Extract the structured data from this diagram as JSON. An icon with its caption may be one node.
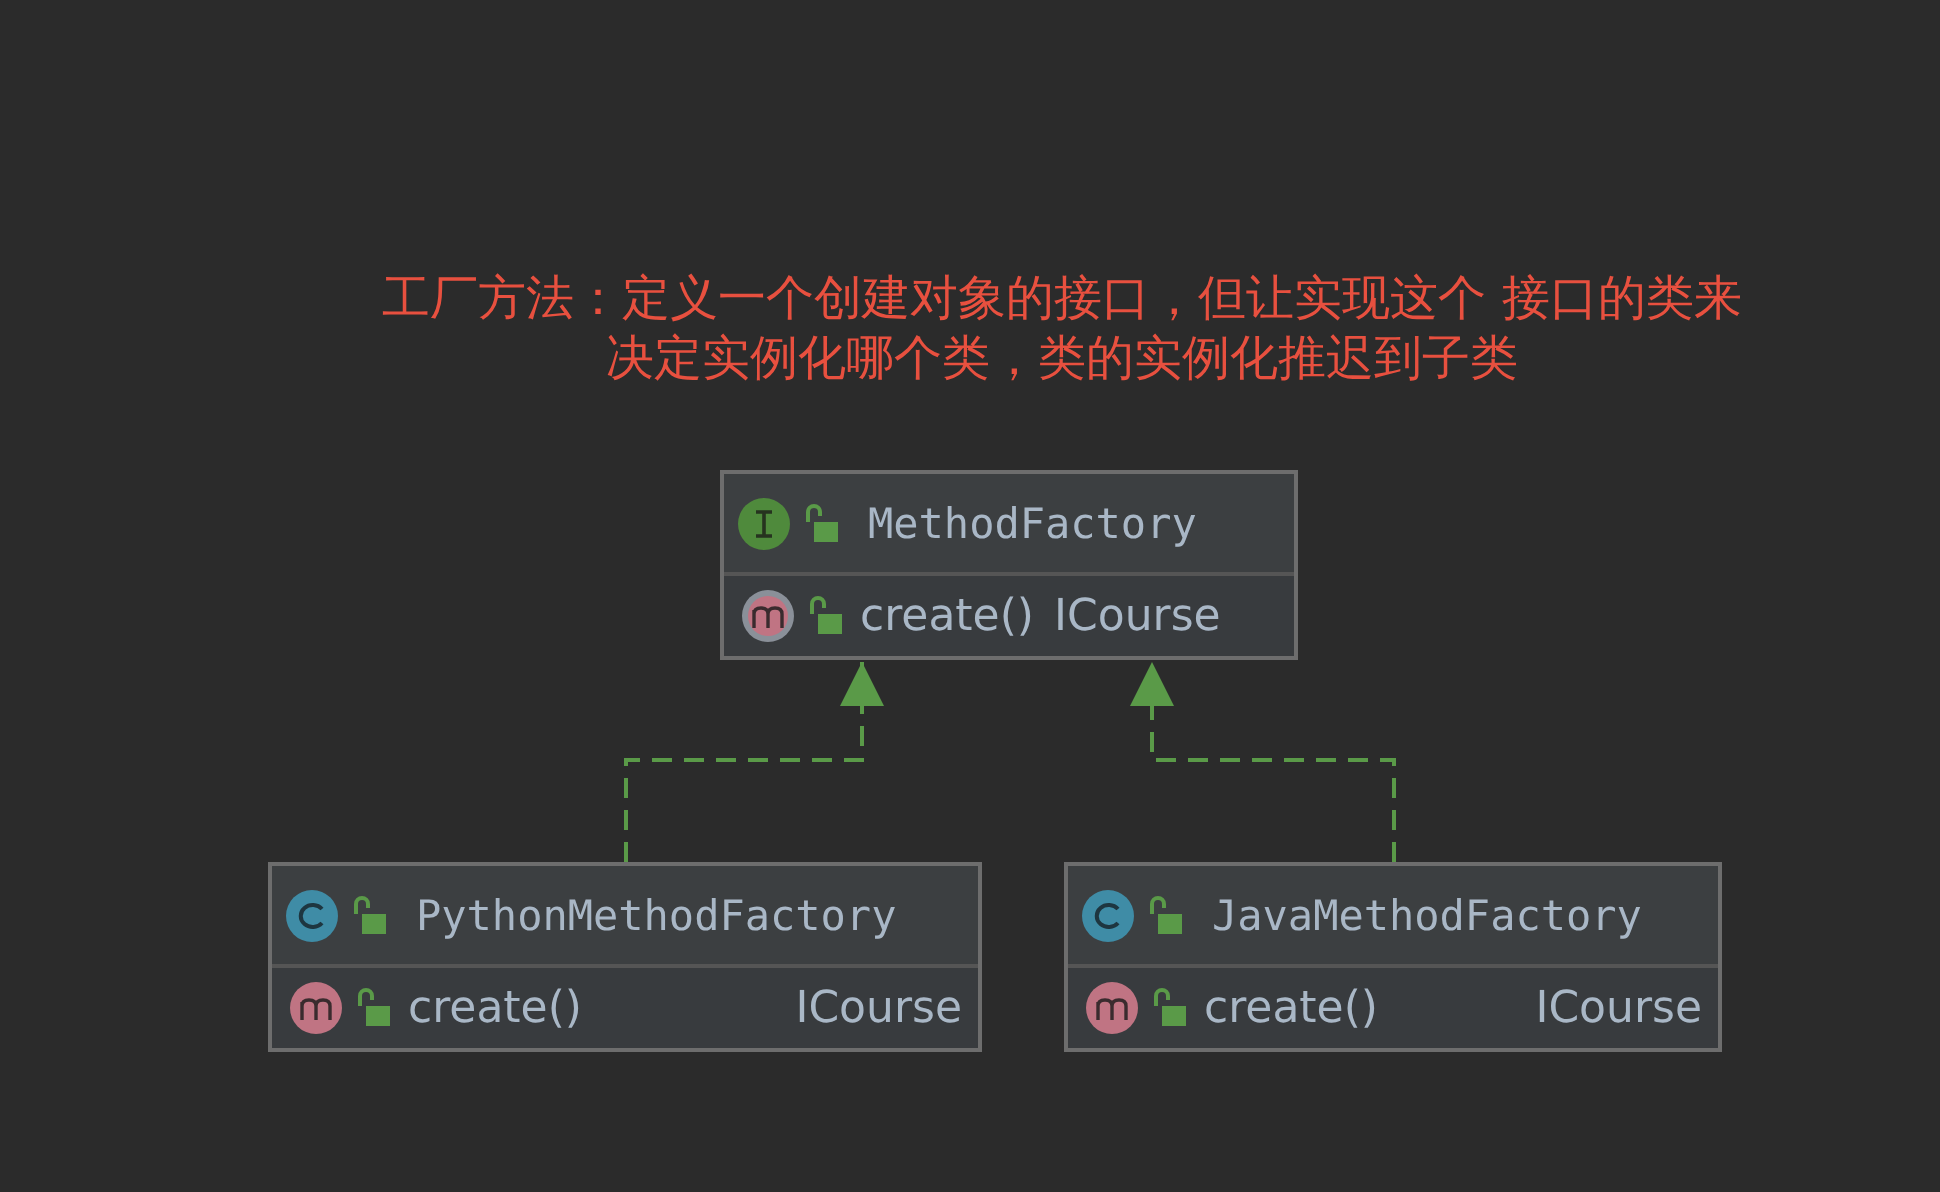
{
  "diagram": {
    "title": "工厂方法：定义一个创建对象的接口，但让实现这个 接口的类来决定实例化哪个类，类的实例化推迟到子类",
    "nodes": [
      {
        "text": [
          "MethodFactory",
          "create()",
          "ICourse"
        ]
      },
      {
        "text": [
          "PythonMethodFactory",
          "create()",
          "ICourse"
        ]
      },
      {
        "text": [
          "JavaMethodFactory",
          "create()",
          "ICourse"
        ]
      }
    ],
    "edges": [
      {
        "from": 1,
        "to": 0,
        "arrow": "to",
        "style": "dashed"
      },
      {
        "from": 2,
        "to": 0,
        "arrow": "to",
        "style": "dashed"
      }
    ]
  }
}
